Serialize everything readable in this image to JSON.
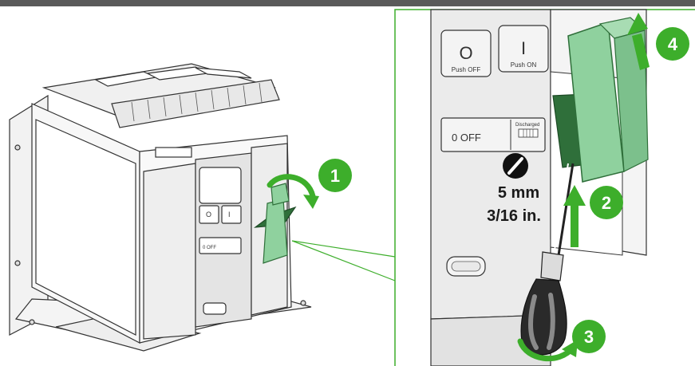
{
  "colors": {
    "accent_green": "#3dae2b",
    "handle_green": "#8fd19e",
    "handle_dark": "#2f6f3a",
    "panel_grey": "#e6e6e6",
    "line_grey": "#333333",
    "callout_line": "#3dae2b"
  },
  "steps": [
    {
      "number": "1"
    },
    {
      "number": "2"
    },
    {
      "number": "3"
    },
    {
      "number": "4"
    }
  ],
  "panel": {
    "off_button_symbol": "O",
    "off_button_text": "Push OFF",
    "on_button_symbol": "I",
    "on_button_text": "Push ON",
    "status_text": "0 OFF",
    "discharged_text": "Discharged"
  },
  "tool_spec": {
    "icon": "flat-screwdriver-icon",
    "size_metric": "5 mm",
    "size_imperial": "3/16 in."
  },
  "arrows": {
    "step1": "rotate-arrow-icon",
    "step2": "up-arrow-icon",
    "step3": "rotate-arrow-icon",
    "step4": "up-arrow-icon"
  }
}
